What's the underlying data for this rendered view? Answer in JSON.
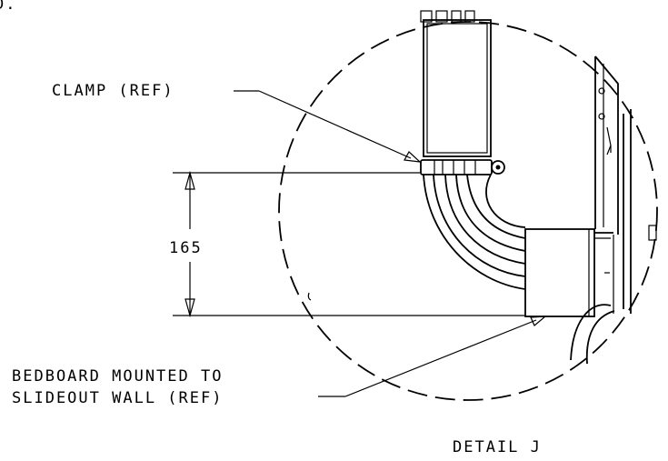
{
  "labels": {
    "clamp": "CLAMP (REF)",
    "dimension": "165",
    "bedboard_line1": "BEDBOARD MOUNTED TO",
    "bedboard_line2": "SLIDEOUT WALL (REF)",
    "detail_title": "DETAIL J",
    "corner_fragment": "D."
  }
}
